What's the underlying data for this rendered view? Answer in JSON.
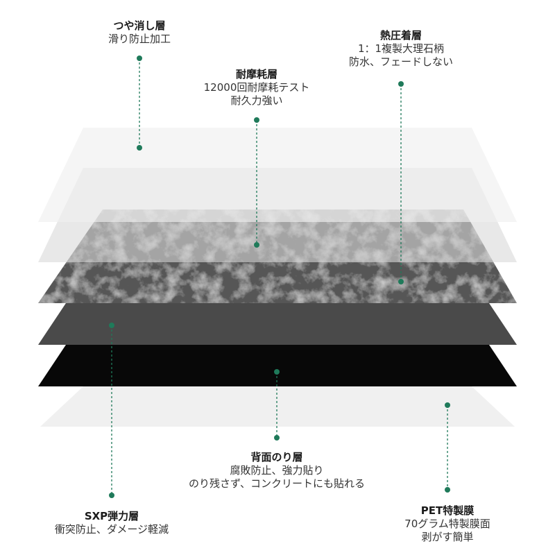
{
  "labels": {
    "matte": {
      "title": "つや消し層",
      "lines": [
        "滑り防止加工"
      ]
    },
    "wear": {
      "title": "耐摩耗層",
      "lines": [
        "12000回耐摩耗テスト",
        "耐久力強い"
      ]
    },
    "print": {
      "title": "熱圧着層",
      "lines": [
        "1：1複製大理石柄",
        "防水、フェードしない"
      ]
    },
    "sxp": {
      "title": "SXP弾力層",
      "lines": [
        "衝突防止、ダメージ軽減"
      ]
    },
    "glue": {
      "title": "背面のり層",
      "lines": [
        "腐敗防止、強力貼り",
        "のり残さず、コンクリートにも貼れる"
      ]
    },
    "pet": {
      "title": "PET特製膜",
      "lines": [
        "70グラム特製膜面",
        "剥がす簡単"
      ]
    }
  },
  "colors": {
    "accent": "#1f7a5a",
    "matte_layer": "#efefef",
    "wear_layer": "#d8d8d8",
    "marble_layer": "#575757",
    "sxp_layer": "#4a4a4a",
    "glue_layer": "#080808",
    "pet_layer": "#f0f0f0"
  }
}
